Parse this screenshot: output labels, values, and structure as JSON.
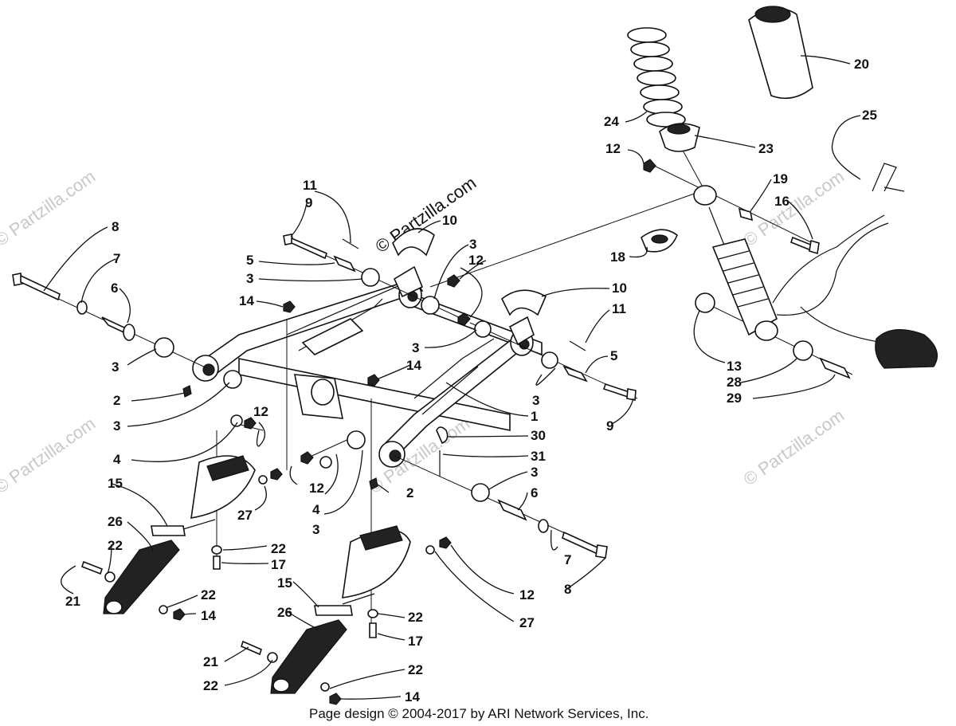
{
  "watermark": {
    "main": "© Partzilla.com",
    "faint": "© Partzilla.com"
  },
  "footer": "Page design © 2004-2017 by ARI Network Services, Inc.",
  "callouts": {
    "c1": "1",
    "c2a": "2",
    "c2b": "2",
    "c3a": "3",
    "c3b": "3",
    "c3c": "3",
    "c3d": "3",
    "c3e": "3",
    "c3f": "3",
    "c3g": "3",
    "c3h": "3",
    "c4a": "4",
    "c4b": "4",
    "c5a": "5",
    "c5b": "5",
    "c6a": "6",
    "c6b": "6",
    "c7a": "7",
    "c7b": "7",
    "c8a": "8",
    "c8b": "8",
    "c9a": "9",
    "c9b": "9",
    "c10a": "10",
    "c10b": "10",
    "c11a": "11",
    "c11b": "11",
    "c12a": "12",
    "c12b": "12",
    "c12c": "12",
    "c12d": "12",
    "c12e": "12",
    "c13": "13",
    "c14a": "14",
    "c14b": "14",
    "c14c": "14",
    "c14d": "14",
    "c15a": "15",
    "c15b": "15",
    "c16": "16",
    "c17a": "17",
    "c17b": "17",
    "c18": "18",
    "c19": "19",
    "c20": "20",
    "c21a": "21",
    "c21b": "21",
    "c22a": "22",
    "c22b": "22",
    "c22c": "22",
    "c22d": "22",
    "c22e": "22",
    "c22f": "22",
    "c23": "23",
    "c24": "24",
    "c25": "25",
    "c26a": "26",
    "c26b": "26",
    "c27a": "27",
    "c27b": "27",
    "c28": "28",
    "c29": "29",
    "c30": "30",
    "c31": "31"
  }
}
